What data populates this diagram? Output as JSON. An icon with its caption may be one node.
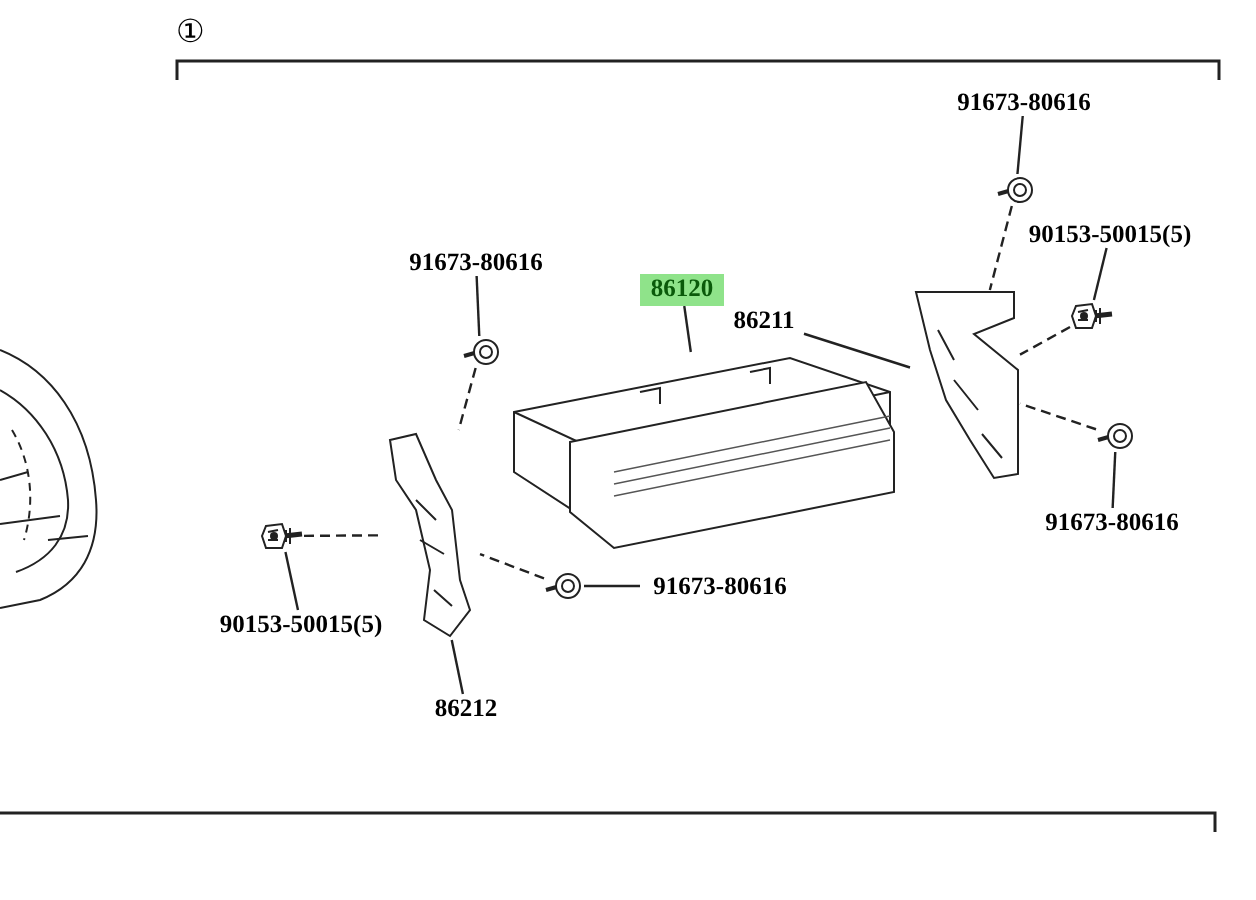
{
  "diagram": {
    "nodes": [
      {
        "text": [
          "91673-80616"
        ]
      },
      {
        "text": [],
        "shape": "picture"
      },
      {
        "text": [
          "86120"
        ]
      },
      {
        "text": [],
        "shape": "picture"
      },
      {
        "text": [
          "86211"
        ]
      },
      {
        "text": [],
        "shape": "picture"
      },
      {
        "text": [
          "91673-80616"
        ]
      },
      {
        "text": [],
        "shape": "picture"
      },
      {
        "text": [
          "90153-50015(5)"
        ]
      },
      {
        "text": [],
        "shape": "picture"
      },
      {
        "text": [
          "91673-80616"
        ]
      },
      {
        "text": [],
        "shape": "picture"
      },
      {
        "text": [
          "90153-50015(5)"
        ]
      },
      {
        "text": [],
        "shape": "picture"
      },
      {
        "text": [
          "91673-80616"
        ]
      },
      {
        "text": [],
        "shape": "picture"
      },
      {
        "text": [
          "86212"
        ]
      },
      {
        "text": [],
        "shape": "picture"
      }
    ],
    "edges": [
      {
        "from": 0,
        "to": 1,
        "arrow": "none"
      },
      {
        "from": 2,
        "to": 3,
        "arrow": "none"
      },
      {
        "from": 4,
        "to": 5,
        "arrow": "none"
      },
      {
        "from": 6,
        "to": 7,
        "arrow": "none"
      },
      {
        "from": 8,
        "to": 9,
        "arrow": "none"
      },
      {
        "from": 10,
        "to": 11,
        "arrow": "none"
      },
      {
        "from": 12,
        "to": 13,
        "arrow": "none"
      },
      {
        "from": 14,
        "to": 15,
        "arrow": "none"
      },
      {
        "from": 16,
        "to": 17,
        "arrow": "none"
      },
      {
        "from": 1,
        "to": 17,
        "arrow": "none",
        "style": "dashed"
      },
      {
        "from": 13,
        "to": 17,
        "arrow": "none",
        "style": "dashed"
      },
      {
        "from": 15,
        "to": 17,
        "arrow": "none",
        "style": "dashed"
      },
      {
        "from": 7,
        "to": 5,
        "arrow": "none",
        "style": "dashed"
      },
      {
        "from": 9,
        "to": 5,
        "arrow": "none",
        "style": "dashed"
      },
      {
        "from": 11,
        "to": 5,
        "arrow": "none",
        "style": "dashed"
      }
    ],
    "labels": [
      "①"
    ]
  }
}
